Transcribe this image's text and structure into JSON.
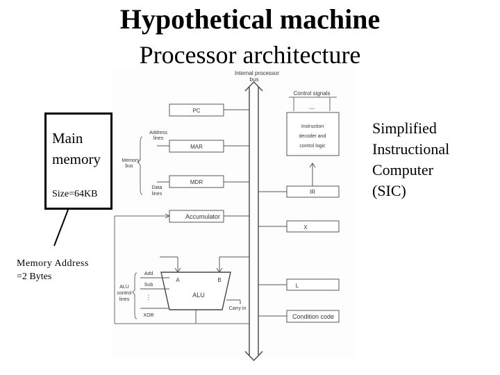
{
  "title": "Hypothetical machine",
  "subtitle": "Processor architecture",
  "main_memory": {
    "line1": "Main",
    "line2": "memory",
    "size": "Size=64KB"
  },
  "memory_address": {
    "line1": "Memory Address",
    "line2": "=2 Bytes"
  },
  "sic": {
    "line1": "Simplified",
    "line2": "Instructional",
    "line3": "Computer",
    "line4": "(SIC)"
  },
  "figure": {
    "bus_label1": "Internal processor",
    "bus_label2": "bus",
    "control_signals": "Control signals",
    "dots": "...",
    "decoder1": "Instruction",
    "decoder2": "decoder and",
    "decoder3": "control logic",
    "pc": "PC",
    "mar": "MAR",
    "mdr": "MDR",
    "ir": "IR",
    "accumulator": "Accumulator",
    "x": "X",
    "l": "L",
    "condition_code": "Condition code",
    "address_lines1": "Address",
    "address_lines2": "lines",
    "memory_bus1": "Memory",
    "memory_bus2": "bus",
    "data_lines1": "Data",
    "data_lines2": "lines",
    "alu": "ALU",
    "alu_a": "A",
    "alu_b": "B",
    "carry_in": "Carry in",
    "add": "Add",
    "sub": "Sub",
    "xor": "XOR",
    "alu_control1": "ALU",
    "alu_control2": "control",
    "alu_control3": "lines"
  }
}
